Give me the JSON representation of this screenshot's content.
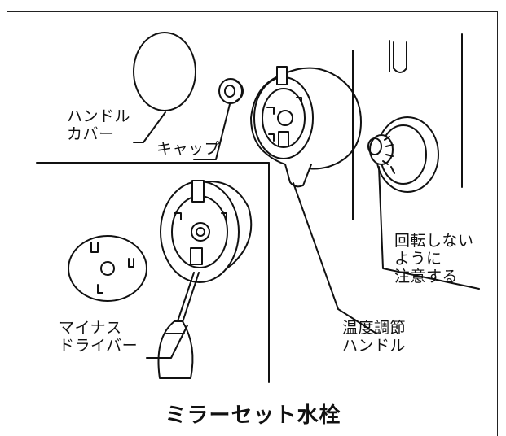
{
  "labels": {
    "handle_cover": [
      "ハンドル",
      "カバー"
    ],
    "cap": "キャップ",
    "do_not_rotate": [
      "回転しない",
      "ように",
      "注意する"
    ],
    "temp_handle": [
      "温度調節",
      "ハンドル"
    ],
    "driver": [
      "マイナス",
      "ドライバー"
    ]
  },
  "caption": "ミラーセット水栓"
}
